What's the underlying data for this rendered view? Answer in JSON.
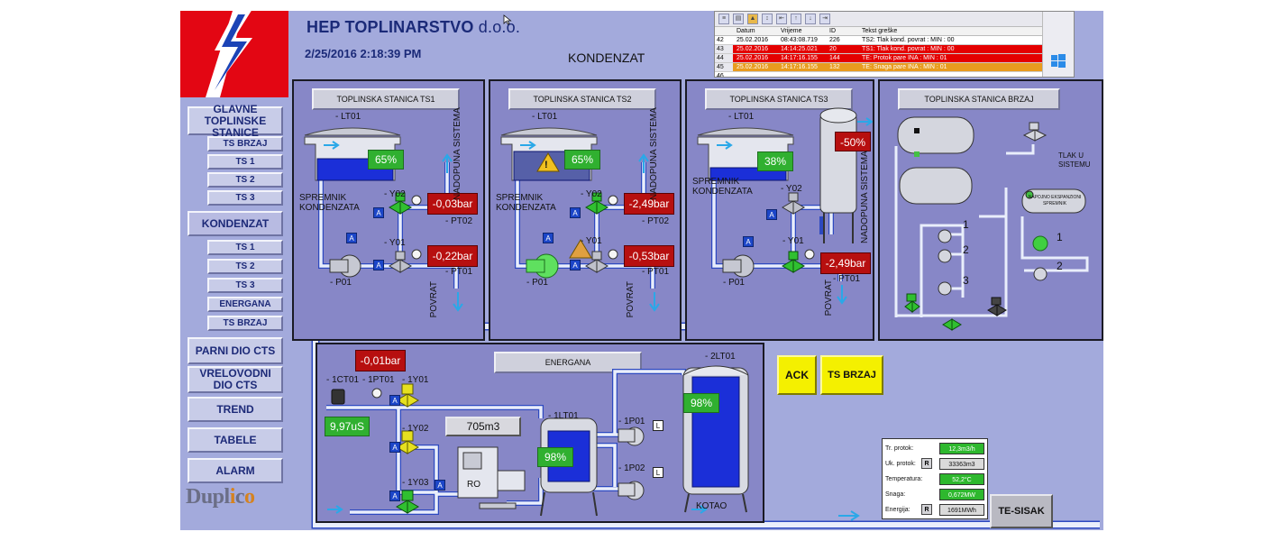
{
  "header": {
    "company": "HEP TOPLINARSTVO",
    "company_suffix": "d.o.o.",
    "datetime": "2/25/2016 2:18:39 PM",
    "screen_title": "KONDENZAT"
  },
  "nav": {
    "glavne": "GLAVNE TOPLINSKE STANICE",
    "glavne_items": [
      "TS BRZAJ",
      "TS 1",
      "TS 2",
      "TS 3"
    ],
    "kondenzat": "KONDENZAT",
    "kondenzat_items": [
      "TS 1",
      "TS 2",
      "TS 3",
      "ENERGANA",
      "TS BRZAJ"
    ],
    "parni": "PARNI DIO CTS",
    "vrelovodni": "VRELOVODNI DIO CTS",
    "trend": "TREND",
    "tabele": "TABELE",
    "alarm": "ALARM",
    "brand_a": "Dupl",
    "brand_b": "i",
    "brand_c": "c",
    "brand_d": "o"
  },
  "alarm_log": {
    "headers": [
      "",
      "Datum",
      "Vrijeme",
      "ID",
      "Tekst greške"
    ],
    "rows": [
      {
        "n": "42",
        "date": "25.02.2016",
        "time": "08:43:08.719",
        "id": "226",
        "text": "TS2: Tlak kond. povrat : MIN : 00",
        "sev": "normal"
      },
      {
        "n": "43",
        "date": "25.02.2016",
        "time": "14:14:25.021",
        "id": "20",
        "text": "TS1: Tlak kond. povrat : MIN : 00",
        "sev": "red"
      },
      {
        "n": "44",
        "date": "25.02.2016",
        "time": "14:17:16.155",
        "id": "144",
        "text": "TE: Protok pare INA : MIN : 01",
        "sev": "red"
      },
      {
        "n": "45",
        "date": "25.02.2016",
        "time": "14:17:16.155",
        "id": "132",
        "text": "TE: Snaga pare INA : MIN : 01",
        "sev": "orange"
      },
      {
        "n": "46",
        "date": "",
        "time": "",
        "id": "",
        "text": "",
        "sev": "normal"
      }
    ]
  },
  "ts1": {
    "title": "TOPLINSKA STANICA TS1",
    "level": "65%",
    "lt": "- LT01",
    "tank": "SPREMNIK KONDENZATA",
    "pt02_val": "-0,03bar",
    "pt02": "- PT02",
    "pt01_val": "-0,22bar",
    "pt01": "- PT01",
    "y02": "- Y02",
    "y01": "- Y01",
    "p01": "- P01",
    "nadopuna": "NADOPUNA SISTEMA",
    "povrat": "POVRAT"
  },
  "ts2": {
    "title": "TOPLINSKA STANICA TS2",
    "level": "65%",
    "lt": "- LT01",
    "tank": "SPREMNIK KONDENZATA",
    "pt02_val": "-2,49bar",
    "pt02": "- PT02",
    "pt01_val": "-0,53bar",
    "pt01": "- PT01",
    "y02": "- Y02",
    "y01": "- Y01",
    "p01": "- P01",
    "nadopuna": "NADOPUNA SISTEMA",
    "povrat": "POVRAT"
  },
  "ts3": {
    "title": "TOPLINSKA STANICA TS3",
    "level": "38%",
    "lt": "- LT01",
    "tank": "SPREMNIK KONDENZATA",
    "tank2_val": "-50%",
    "pt01_val": "-2,49bar",
    "pt01": "- PT01",
    "y02": "- Y02",
    "y01": "- Y01",
    "p01": "- P01",
    "nadopuna": "NADOPUNA SISTEMA",
    "povrat": "POVRAT"
  },
  "brzaj": {
    "title": "TOPLINSKA STANICA BRZAJ",
    "tlak": "TLAK U SISTEMU",
    "exp_tank": "NAPOJNO EKSPANZIONI SPREMNIK",
    "pumps": [
      "1",
      "2",
      "3"
    ],
    "pumps2": [
      "1",
      "2"
    ]
  },
  "energana": {
    "title": "ENERGANA",
    "bar_val": "-0,01bar",
    "ct": "- 1CT01",
    "pt": "- 1PT01",
    "y01": "- 1Y01",
    "y02": "- 1Y02",
    "y03": "- 1Y03",
    "cond": "9,97uS",
    "ro_vol": "705m3",
    "ro": "RO",
    "lt1": "- 1LT01",
    "lt1_val": "98%",
    "lt2": "- 2LT01",
    "lt2_val": "98%",
    "p1": "- 1P01",
    "p2": "- 1P02",
    "kotao": "KOTAO"
  },
  "buttons": {
    "ack": "ACK",
    "ts_brzaj": "TS BRZAJ",
    "te_sisak": "TE-SISAK"
  },
  "info": {
    "rows": [
      {
        "label": "Tr. protok:",
        "value": "12,3m3/h",
        "style": "green",
        "reset": ""
      },
      {
        "label": "Uk. protok:",
        "value": "33363m3",
        "style": "grey",
        "reset": "R"
      },
      {
        "label": "Temperatura:",
        "value": "52,2°C",
        "style": "green",
        "reset": ""
      },
      {
        "label": "Snaga:",
        "value": "0,672MW",
        "style": "green",
        "reset": ""
      },
      {
        "label": "Energija:",
        "value": "1691MWh",
        "style": "grey",
        "reset": "R"
      }
    ]
  },
  "labels": {
    "a": "A",
    "l": "L",
    "r": "R",
    "warning": "!"
  },
  "colors": {
    "background": "#a3aadc",
    "panel": "#8787c7",
    "pipe": "#e8eefc",
    "alarm_red": "#b70f0f",
    "level_green": "#30b030",
    "water_blue": "#1b2fd8",
    "button_yellow": "#f4f000"
  }
}
